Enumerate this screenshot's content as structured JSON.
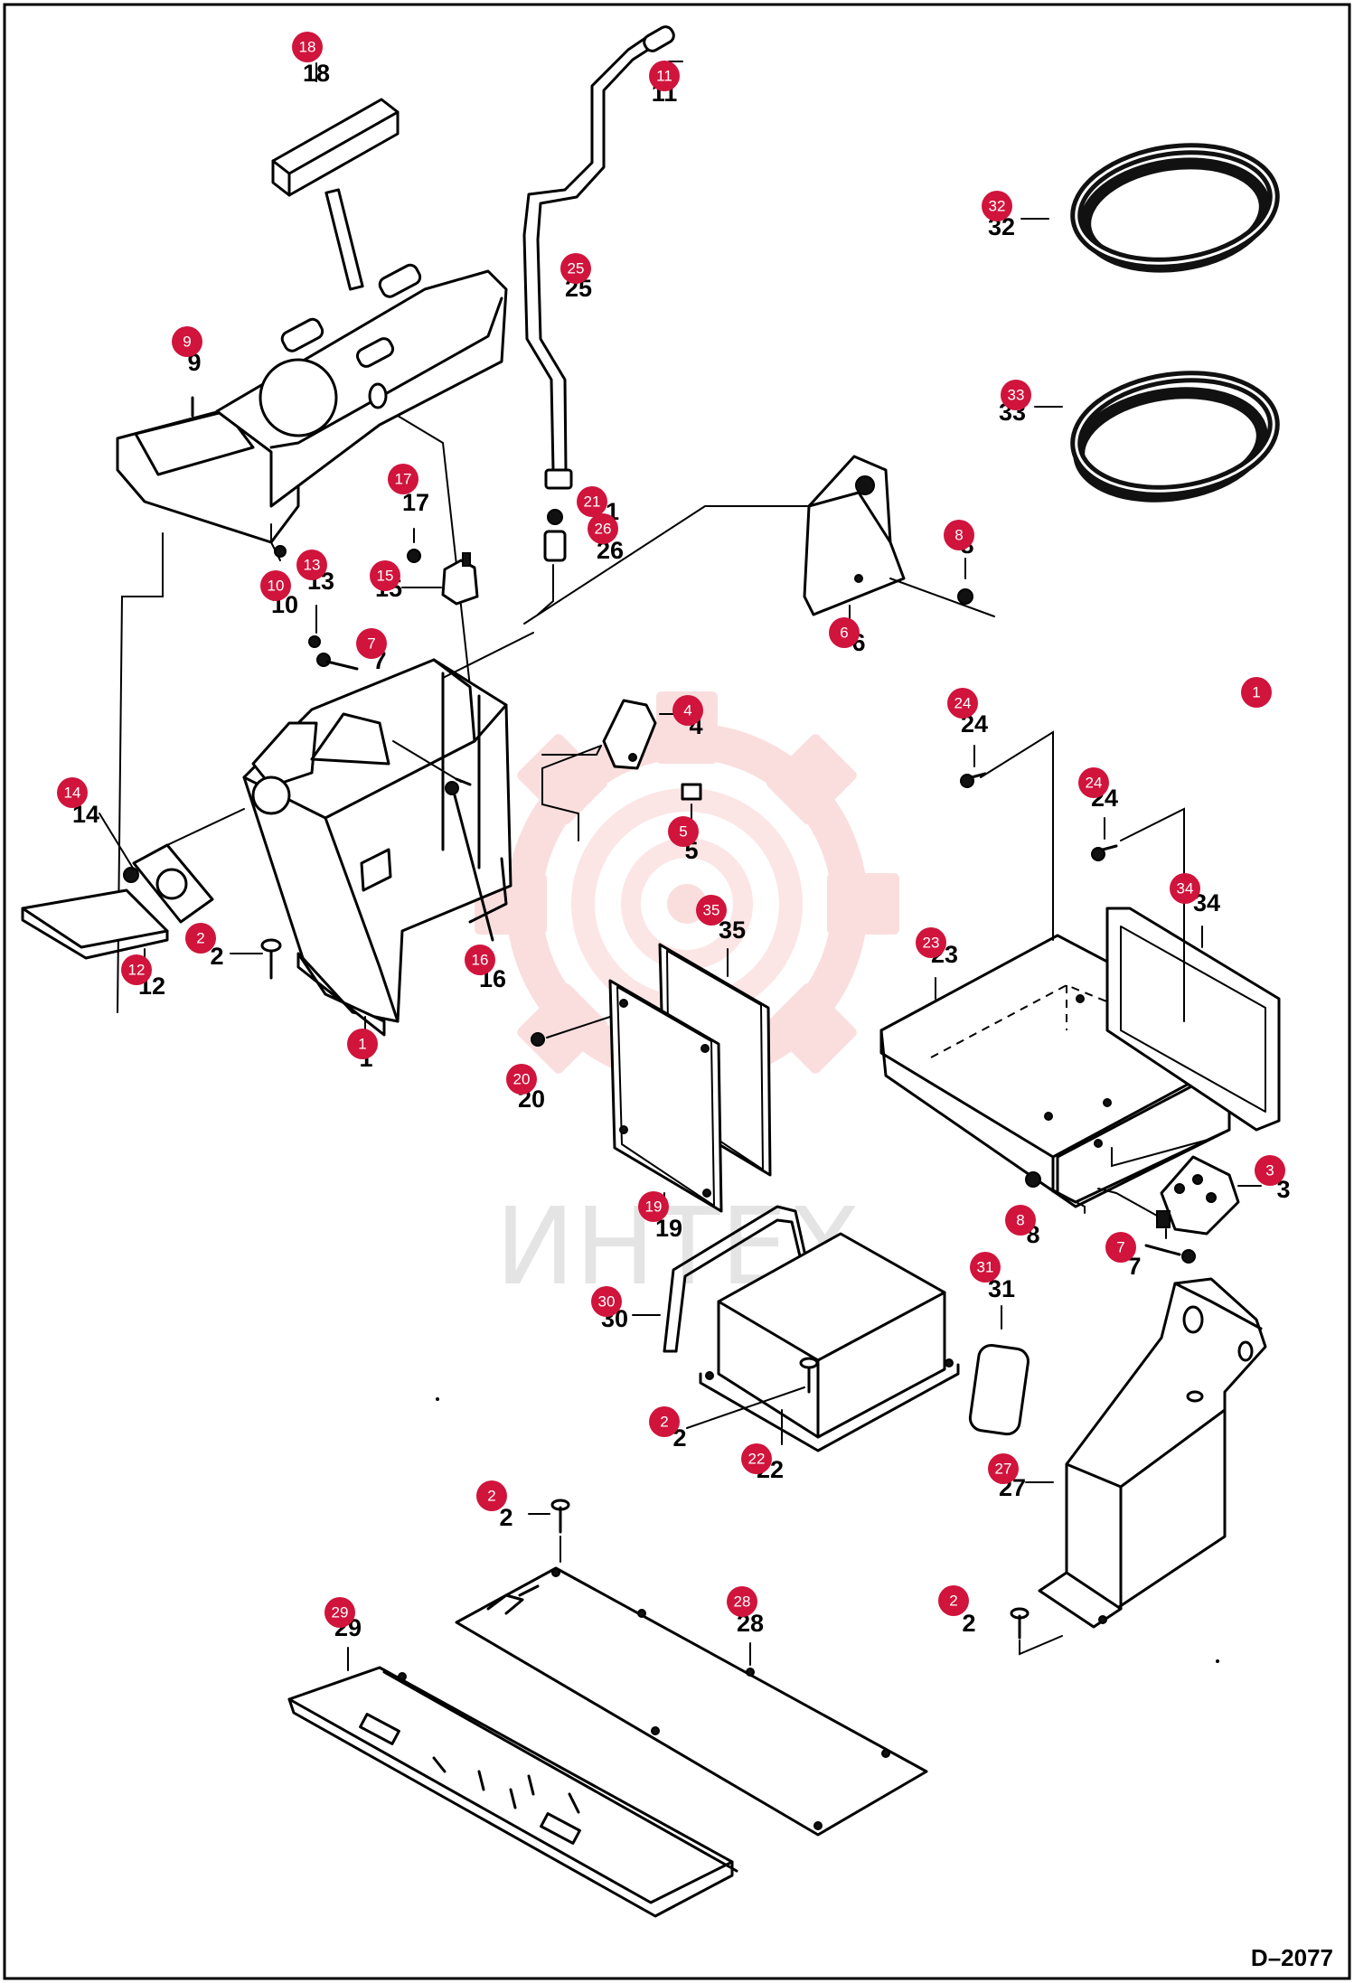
{
  "diagram": {
    "drawing_code": "D–2077",
    "watermark_text": "ИНТЕХ",
    "part_labels": [
      "1",
      "2",
      "3",
      "4",
      "5",
      "6",
      "7",
      "8",
      "9",
      "10",
      "11",
      "12",
      "13",
      "14",
      "15",
      "16",
      "17",
      "18",
      "19",
      "20",
      "21",
      "22",
      "23",
      "24",
      "25",
      "26",
      "27",
      "28",
      "29",
      "30",
      "31",
      "32",
      "33",
      "34",
      "35"
    ]
  }
}
